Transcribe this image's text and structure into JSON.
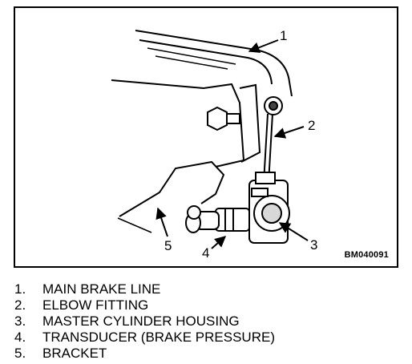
{
  "figure": {
    "figure_id": "BM040091",
    "callouts": [
      {
        "number": "1",
        "label": "MAIN BRAKE LINE"
      },
      {
        "number": "2",
        "label": "ELBOW FITTING"
      },
      {
        "number": "3",
        "label": "MASTER CYLINDER HOUSING"
      },
      {
        "number": "4",
        "label": "TRANSDUCER (BRAKE PRESSURE)"
      },
      {
        "number": "5",
        "label": "BRACKET"
      }
    ]
  },
  "legend": [
    {
      "number": "1.",
      "label": "MAIN BRAKE LINE"
    },
    {
      "number": "2.",
      "label": "ELBOW FITTING"
    },
    {
      "number": "3.",
      "label": "MASTER CYLINDER HOUSING"
    },
    {
      "number": "4.",
      "label": "TRANSDUCER (BRAKE PRESSURE)"
    },
    {
      "number": "5.",
      "label": "BRACKET"
    }
  ]
}
